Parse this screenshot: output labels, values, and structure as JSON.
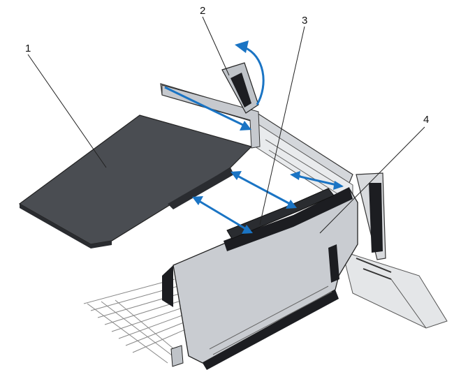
{
  "figure": {
    "callouts": [
      {
        "label": "1",
        "part": "expansion-card"
      },
      {
        "label": "2",
        "part": "card-retention-latch"
      },
      {
        "label": "3",
        "part": "expansion-card-connector"
      },
      {
        "label": "4",
        "part": "expansion-card-riser"
      }
    ],
    "colors": {
      "arrow": "#1a74c4",
      "card": "#4a4d52",
      "riser_fill": "#c9ccd1",
      "riser_dark": "#1c1d21",
      "chassis_line": "#777777"
    }
  }
}
